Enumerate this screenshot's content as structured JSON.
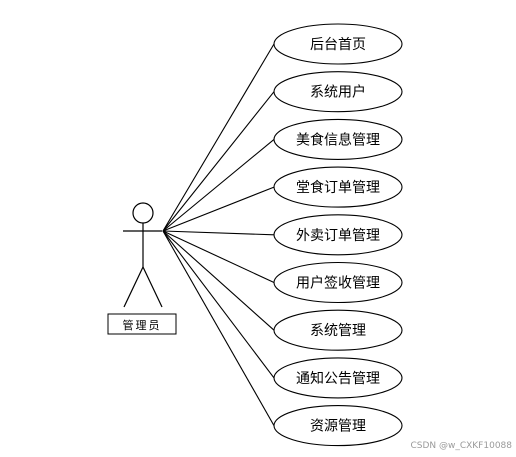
{
  "actor": {
    "label": "管理员"
  },
  "use_cases": [
    {
      "label": "后台首页"
    },
    {
      "label": "系统用户"
    },
    {
      "label": "美食信息管理"
    },
    {
      "label": "堂食订单管理"
    },
    {
      "label": "外卖订单管理"
    },
    {
      "label": "用户签收管理"
    },
    {
      "label": "系统管理"
    },
    {
      "label": "通知公告管理"
    },
    {
      "label": "资源管理"
    }
  ],
  "watermark": "CSDN @w_CXKF10088",
  "colors": {
    "stroke": "#000000",
    "background": "#ffffff",
    "watermark": "#9a9a9a"
  }
}
